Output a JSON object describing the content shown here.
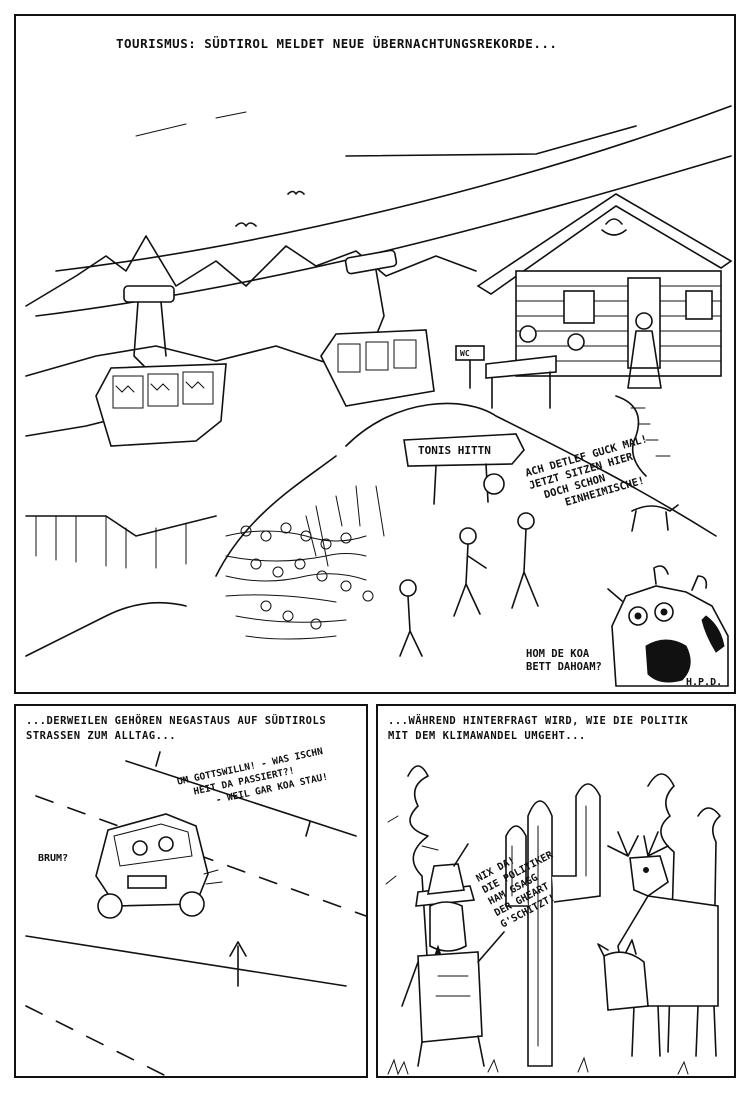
{
  "panels": [
    {
      "caption": "TOURISMUS: SÜDTIROL MELDET NEUE ÜBERNACHTUNGSREKORDE...",
      "signs": {
        "hut_sign": "WC",
        "trail_sign": "TONIS HITTN"
      },
      "speech": [
        {
          "lines": [
            "ACH DETLEF GUCK MAL!",
            "JETZT SITZEN HIER",
            "DOCH SCHON",
            "EINHEIMISCHE!"
          ]
        },
        {
          "lines": [
            "HOM DE KOA",
            "BETT DAHOAM?"
          ]
        }
      ],
      "signature": "H.P.D."
    },
    {
      "caption_lines": [
        "...DERWEILEN GEHÖREN NEGASTAUS AUF SÜDTIROLS",
        "STRASSEN ZUM ALLTAG..."
      ],
      "speech": [
        {
          "lines": [
            "UM GOTTSWILLN! - WAS ISCHN",
            "HEIT DA PASSIERT?!",
            "- WEIL GAR KOA STAU!"
          ]
        },
        {
          "lines": [
            "BRUM?"
          ]
        }
      ]
    },
    {
      "caption_lines": [
        "...WÄHREND HINTERFRAGT WIRD, WIE DIE POLITIK",
        "MIT DEM KLIMAWANDEL UMGEHT..."
      ],
      "speech": [
        {
          "lines": [
            "NIX DA!",
            "DIE POLITIKER",
            "HAM GSAGG",
            "DER GHEART",
            "G'SCHITZT!"
          ]
        }
      ]
    }
  ],
  "icons": [
    "gondola-icon",
    "mountain-hut-icon",
    "cow-icon",
    "car-icon",
    "deer-icon",
    "cactus-icon",
    "hunter-icon"
  ]
}
